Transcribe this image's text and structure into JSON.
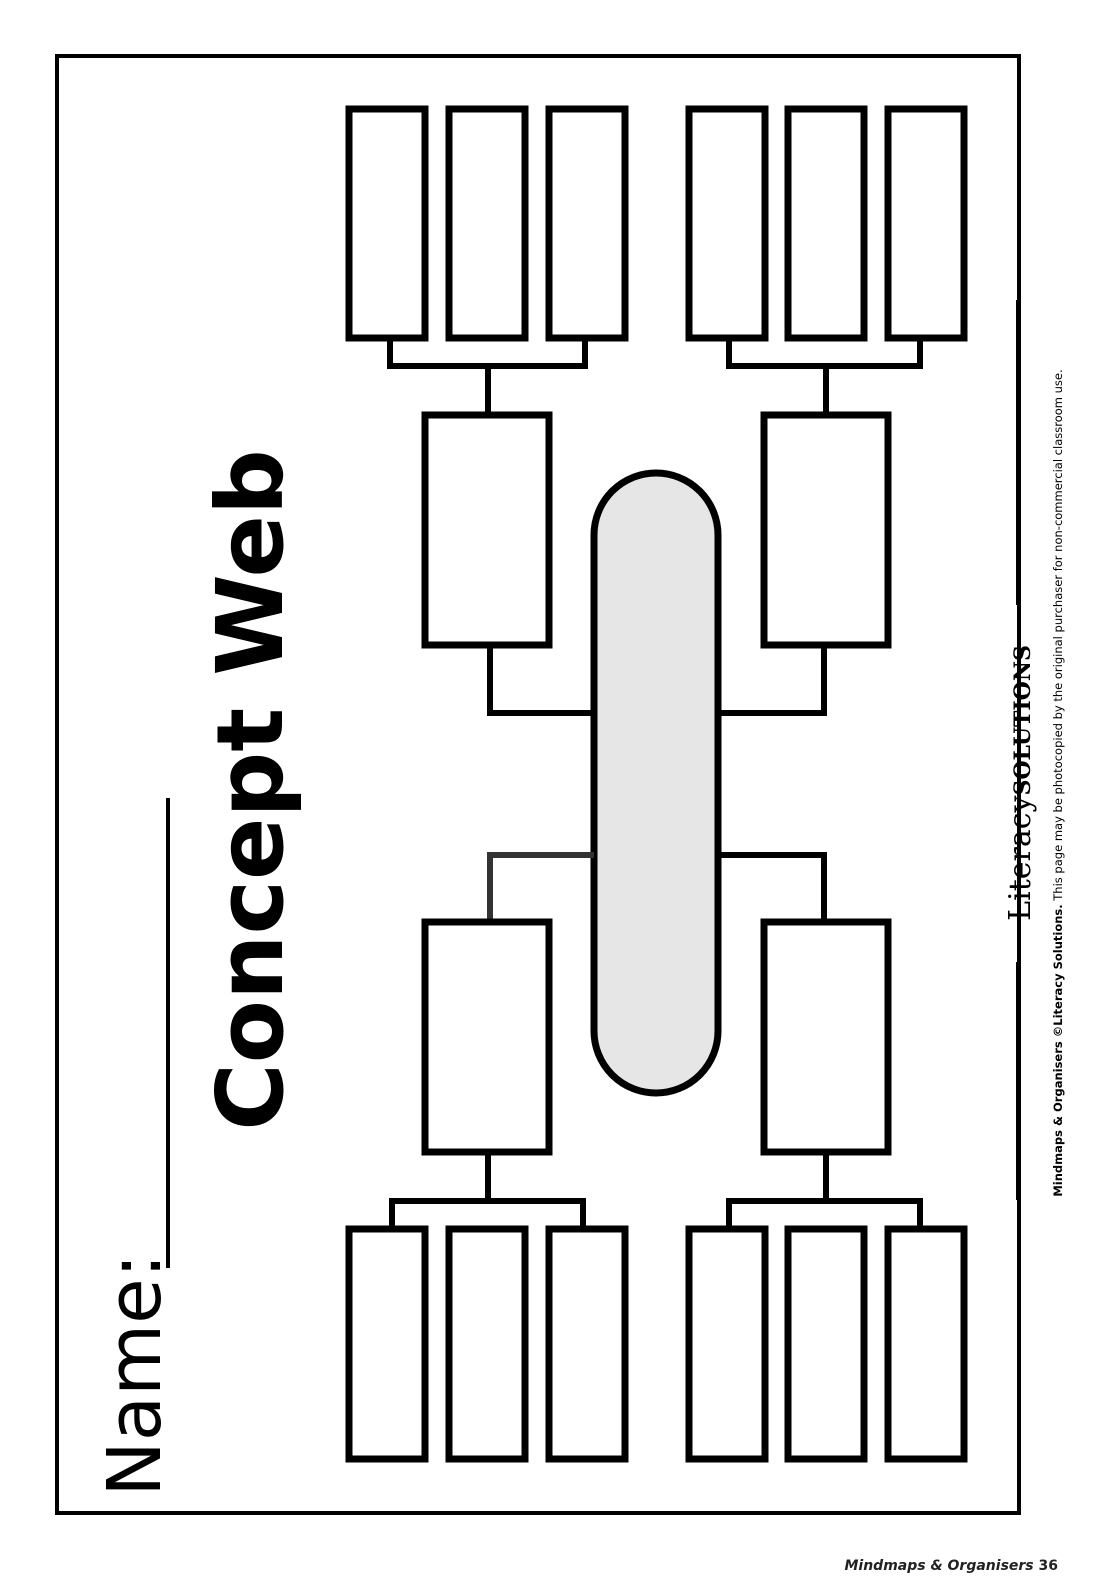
{
  "worksheet": {
    "title": "Concept Web",
    "name_label": "Name:",
    "brand_literacy": "Literacy",
    "brand_solutions": "SOLUTIONS",
    "copyright_strong": "Mindmaps & Organisers ©Literacy Solutions.",
    "copyright_rest": "This page may be photocopied by the original purchaser for non-commercial classroom use.",
    "footer_title": "Mindmaps & Organisers",
    "footer_page": "36",
    "center_fill": "#e6e6e6",
    "ink": "#000000"
  }
}
